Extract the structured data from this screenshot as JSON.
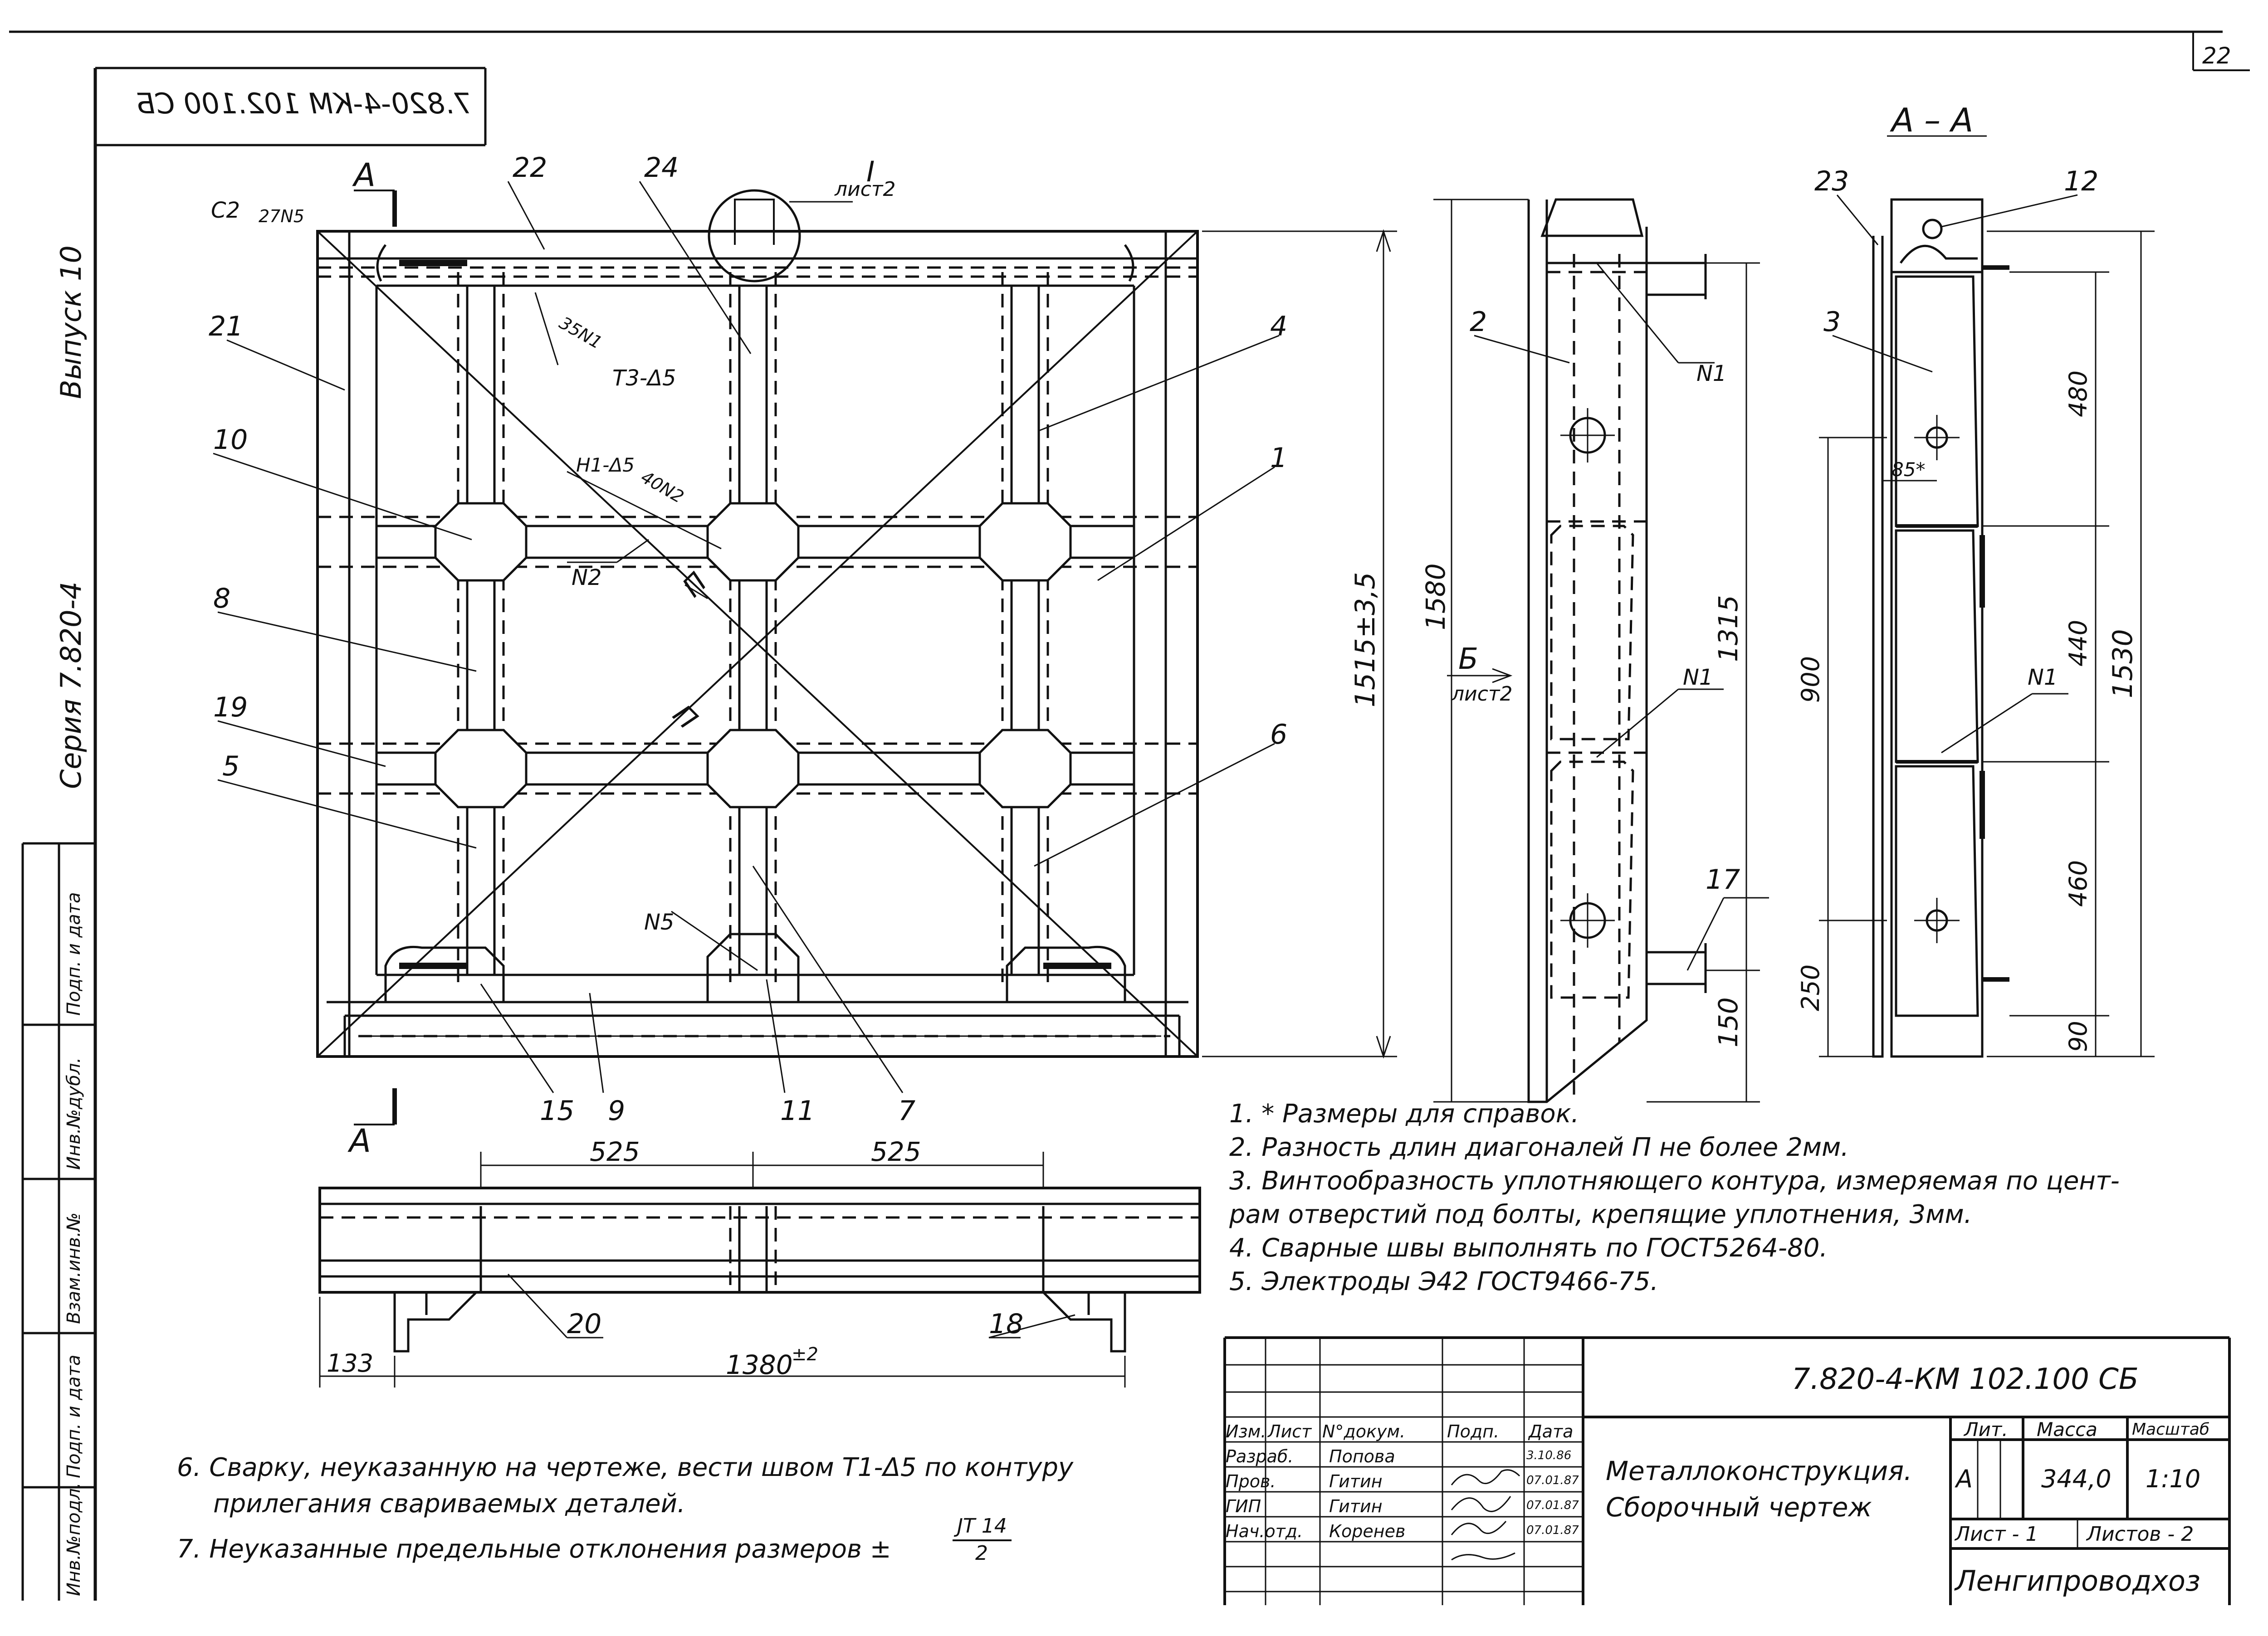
{
  "sheet": {
    "page_number": "22",
    "code_mirrored": "7.820-4-КМ 102.100 СБ",
    "series": "Серия 7.820-4",
    "issue": "Выпуск 10"
  },
  "margin_stamp": {
    "labels": [
      "Инв.№подл.",
      "Подп. и дата",
      "Взам.инв.№",
      "Инв.№дубл.",
      "Подп. и дата"
    ]
  },
  "main_view": {
    "section_mark": "А",
    "callout_detail": "I",
    "callout_sheet": "лист2",
    "weld_c2": "С2",
    "weld_27n5": "27N5",
    "weld_35n1": "35N1",
    "weld_t3": "Т3-Δ5",
    "weld_h1": "Н1-Δ5",
    "weld_40n2": "40N2",
    "weld_n2": "N2",
    "weld_n5": "N5",
    "diag_mark": "П",
    "pos": {
      "p22": "22",
      "p24": "24",
      "p21": "21",
      "p4": "4",
      "p10": "10",
      "p1": "1",
      "p8": "8",
      "p19": "19",
      "p6": "6",
      "p5": "5",
      "p15": "15",
      "p9": "9",
      "p11": "11",
      "p7": "7"
    },
    "dim_height": "1515±3,5"
  },
  "side_view": {
    "pos2": "2",
    "pos17": "17",
    "n1a": "N1",
    "n1b": "N1",
    "dim_1580": "1580",
    "dim_1315": "1315",
    "dim_150": "150",
    "arrow_b": "Б",
    "arrow_b_sheet": "лист2"
  },
  "section_aa": {
    "title": "А – А",
    "pos23": "23",
    "pos12": "12",
    "pos3": "3",
    "n1": "N1",
    "dim_480": "480",
    "dim_440": "440",
    "dim_460": "460",
    "dim_90": "90",
    "dim_1530": "1530",
    "dim_900": "900",
    "dim_250": "250",
    "dim_85": "85*"
  },
  "bottom_view": {
    "dim_525a": "525",
    "dim_525b": "525",
    "dim_133": "133",
    "dim_1380": "1380",
    "dim_1380_tol": "±2",
    "pos20": "20",
    "pos18": "18"
  },
  "notes_right": [
    "1. * Размеры для справок.",
    "2. Разность длин диагоналей П не более 2мм.",
    "3. Винтообразность уплотняющего контура, измеряемая по цент-",
    "    рам отверстий под болты, крепящие уплотнения, 3мм.",
    "4. Сварные швы выполнять по ГОСТ5264-80.",
    "5. Электроды Э42 ГОСТ9466-75."
  ],
  "notes_left": {
    "n6_line1": "6. Сварку, неуказанную на чертеже, вести швом Т1-Δ5 по контуру",
    "n6_line2": "прилегания свариваемых деталей.",
    "n7": "7. Неуказанные предельные отклонения размеров ±",
    "n7_num": "JT 14",
    "n7_den": "2"
  },
  "title_block": {
    "code": "7.820-4-КМ 102.100 СБ",
    "headers": [
      "Изм.",
      "Лист",
      "N°докум.",
      "Подп.",
      "Дата"
    ],
    "rows": [
      {
        "role": "Разраб.",
        "name": "Попова",
        "date": "3.10.86"
      },
      {
        "role": "Пров.",
        "name": "Гитин",
        "date": "07.01.87"
      },
      {
        "role": "ГИП",
        "name": "Гитин",
        "date": "07.01.87"
      },
      {
        "role": "Нач.отд.",
        "name": "Коренев",
        "date": "07.01.87"
      }
    ],
    "name_line1": "Металлоконструкция.",
    "name_line2": "Сборочный чертеж",
    "lit_label": "Лит.",
    "mass_label": "Масса",
    "scale_label": "Масштаб",
    "lit_value": "А",
    "mass_value": "344,0",
    "scale_value": "1:10",
    "sheet_label": "Лист - 1",
    "sheets_label": "Листов - 2",
    "org": "Ленгипроводхоз"
  }
}
